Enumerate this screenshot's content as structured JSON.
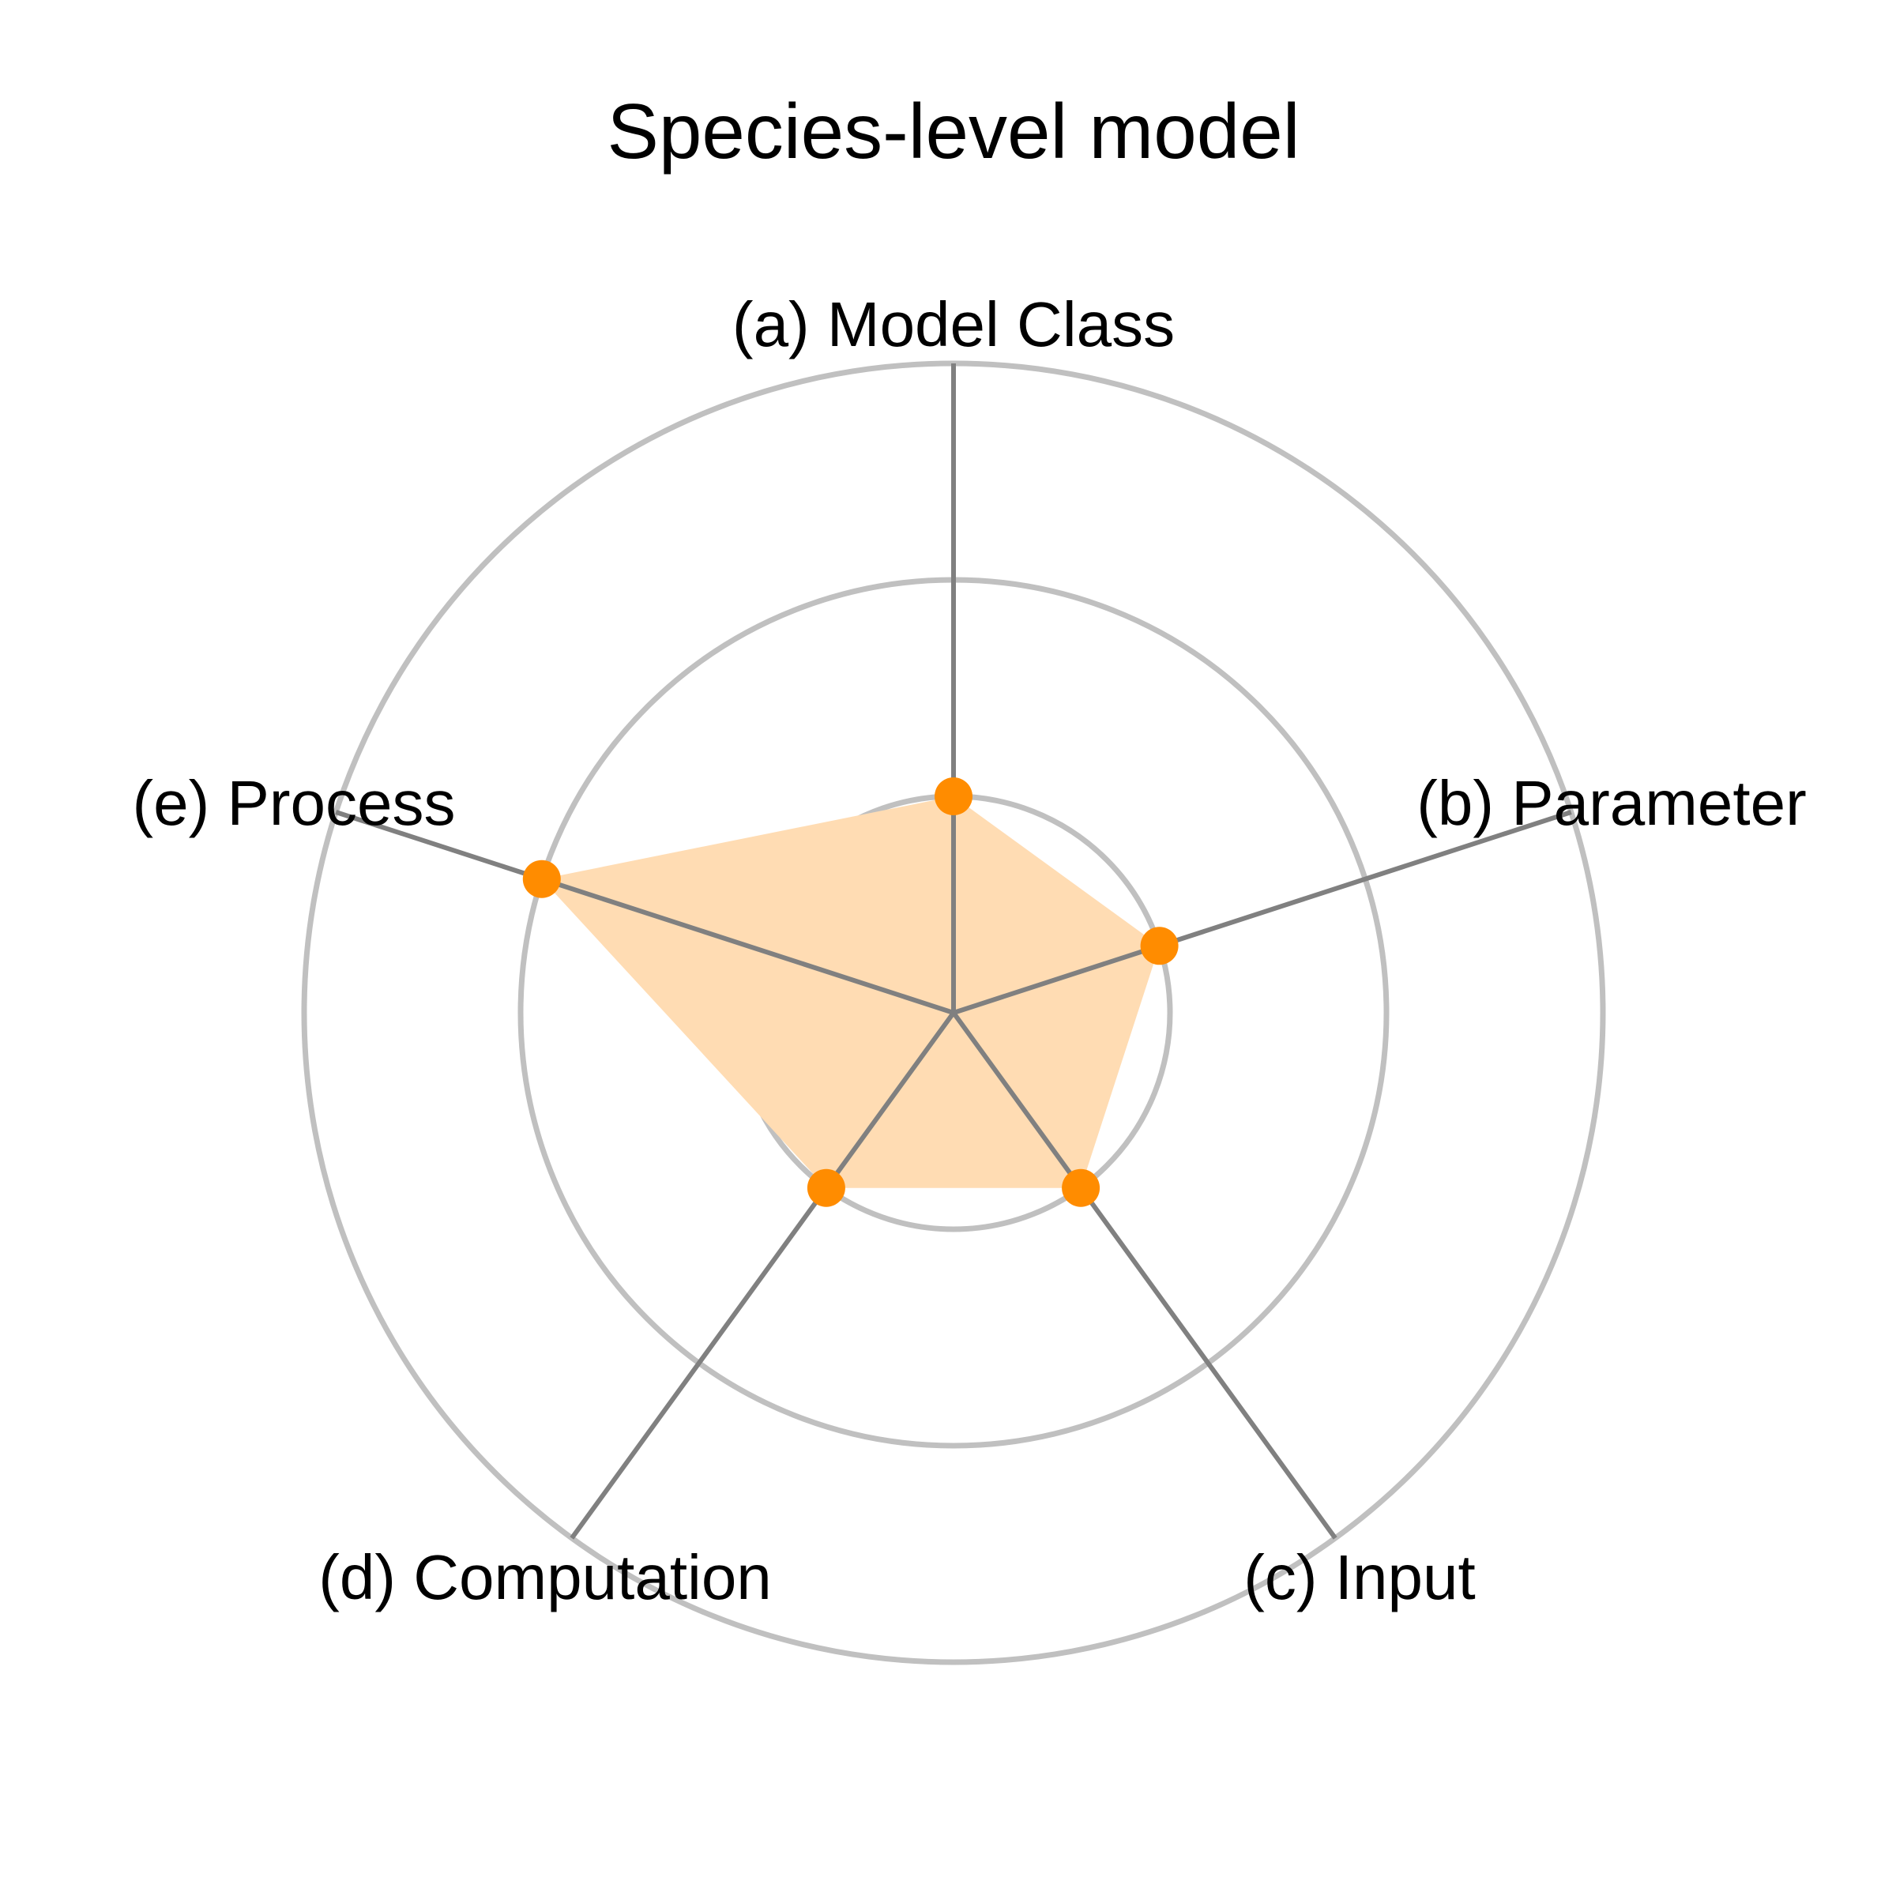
{
  "chart_data": {
    "type": "radar",
    "title": "Species-level model",
    "axes": [
      "(a) Model Class",
      "(b) Parameter",
      "(c) Input",
      "(d) Computation",
      "(e) Process"
    ],
    "rings": [
      1,
      2,
      3
    ],
    "rlim": [
      0,
      3
    ],
    "series": [
      {
        "values": [
          1,
          1,
          1,
          1,
          2
        ],
        "color": "#ff8c00",
        "fill_color": "#ffdcb3"
      }
    ],
    "ring_color": "#c0c0c0",
    "spoke_color": "#808080"
  }
}
